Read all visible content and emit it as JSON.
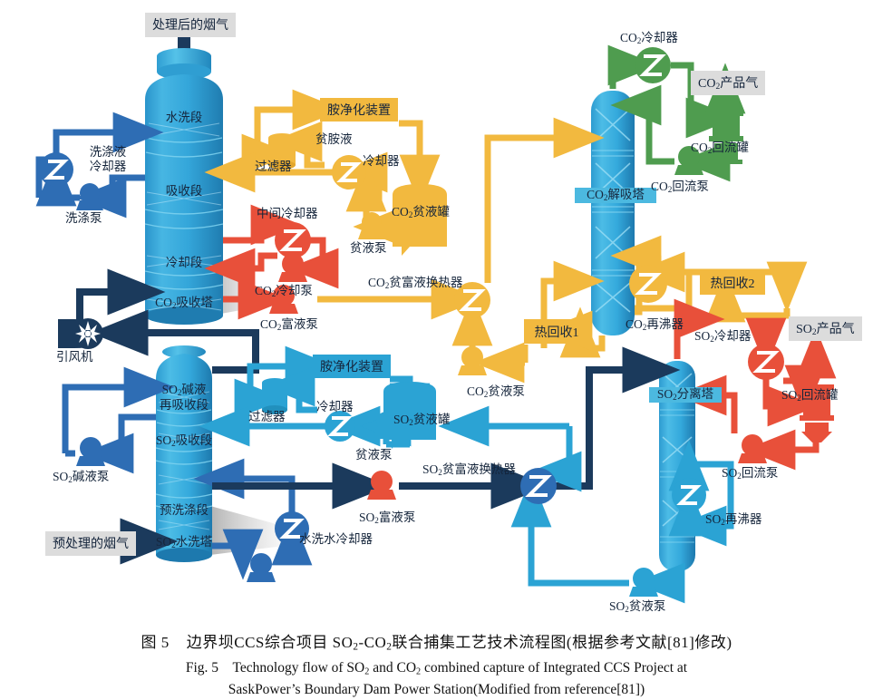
{
  "figure": {
    "caption_cn": "图 5    边界坝CCS综合项目 SO₂-CO₂联合捕集工艺技术流程图(根据参考文献[81]修改)",
    "caption_en_line1": "Fig. 5    Technology flow of SO₂ and CO₂ combined capture of Integrated CCS Project at",
    "caption_en_line2": "SaskPower’s Boundary Dam Power Station(Modified from reference[81])"
  },
  "colors": {
    "flue_gas_dark_navy": "#1b3a5c",
    "water_blue": "#2e6db4",
    "process_blue": "#1f7fc0",
    "tower_blue": "#33a7dc",
    "amine_amber": "#f2b93f",
    "co2_red": "#e8503a",
    "co2_product_green": "#4f9c4f",
    "so2_cyan": "#2ba3d4",
    "label_grey": "#dcdcdc"
  },
  "streams": {
    "treated_flue_gas": "处理后的烟气",
    "pretreated_flue_gas": "预处理的烟气",
    "co2_product_gas": "CO₂产品气",
    "so2_product_gas": "SO₂产品气"
  },
  "co2_section": {
    "absorber": {
      "name": "CO₂吸收塔",
      "sections": [
        "水洗段",
        "吸收段",
        "冷却段",
        "CO₂吸收塔"
      ]
    },
    "desorber": {
      "name": "CO₂解吸塔"
    },
    "equipment": [
      {
        "name": "洗涤液冷却器",
        "type": "heat-exchanger"
      },
      {
        "name": "洗涤泵",
        "type": "pump"
      },
      {
        "name": "引风机",
        "type": "fan"
      },
      {
        "name": "胺净化装置",
        "type": "unit-box"
      },
      {
        "name": "过滤器",
        "type": "filter"
      },
      {
        "name": "贫胺液",
        "type": "stream-label"
      },
      {
        "name": "冷却器",
        "type": "heat-exchanger"
      },
      {
        "name": "CO₂贫液罐",
        "type": "tank"
      },
      {
        "name": "贫液泵",
        "type": "pump"
      },
      {
        "name": "中间冷却器",
        "type": "heat-exchanger"
      },
      {
        "name": "CO₂冷却泵",
        "type": "pump"
      },
      {
        "name": "CO₂富液泵",
        "type": "pump"
      },
      {
        "name": "CO₂贫富液换热器",
        "type": "heat-exchanger"
      },
      {
        "name": "CO₂贫液泵",
        "type": "pump"
      },
      {
        "name": "热回收1",
        "type": "unit-box"
      },
      {
        "name": "热回收2",
        "type": "unit-box"
      },
      {
        "name": "CO₂再沸器",
        "type": "reboiler"
      },
      {
        "name": "CO₂冷却器",
        "type": "heat-exchanger"
      },
      {
        "name": "CO₂回流罐",
        "type": "drum"
      },
      {
        "name": "CO₂回流泵",
        "type": "pump"
      }
    ]
  },
  "so2_section": {
    "washer": {
      "name": "SO₂水洗塔",
      "sections": [
        "SO₂碱液再吸收段",
        "SO₂吸收段",
        "预洗涤段",
        "SO₂水洗塔"
      ]
    },
    "separator": {
      "name": "SO₂分离塔"
    },
    "equipment": [
      {
        "name": "SO₂碱液泵",
        "type": "pump"
      },
      {
        "name": "胺净化装置",
        "type": "unit-box"
      },
      {
        "name": "过滤器",
        "type": "filter"
      },
      {
        "name": "冷却器",
        "type": "heat-exchanger"
      },
      {
        "name": "SO₂贫液罐",
        "type": "tank"
      },
      {
        "name": "贫液泵",
        "type": "pump"
      },
      {
        "name": "SO₂富液泵",
        "type": "pump"
      },
      {
        "name": "SO₂贫富液换热器",
        "type": "heat-exchanger"
      },
      {
        "name": "水洗水冷却器",
        "type": "heat-exchanger"
      },
      {
        "name": "SO₂贫液泵",
        "type": "pump"
      },
      {
        "name": "SO₂再沸器",
        "type": "reboiler"
      },
      {
        "name": "SO₂冷却器",
        "type": "heat-exchanger"
      },
      {
        "name": "SO₂回流罐",
        "type": "drum"
      },
      {
        "name": "SO₂回流泵",
        "type": "pump"
      }
    ]
  },
  "labels": {
    "treated_flue_gas": "处理后的烟气",
    "pretreated_flue_gas": "预处理的烟气",
    "co2_product_gas": "CO₂产品气",
    "so2_product_gas": "SO₂产品气",
    "wash_section": "水洗段",
    "absorb_section": "吸收段",
    "cool_section": "冷却段",
    "co2_absorber": "CO₂吸收塔",
    "co2_desorber": "CO₂解吸塔",
    "wash_liquid_cooler": "洗涤液冷却器",
    "wash_pump": "洗涤泵",
    "id_fan": "引风机",
    "amine_purification_1": "胺净化装置",
    "filter_1": "过滤器",
    "lean_amine": "贫胺液",
    "cooler_1": "冷却器",
    "co2_lean_tank": "CO₂贫液罐",
    "lean_pump_1": "贫液泵",
    "intercooler": "中间冷却器",
    "co2_cool_pump": "CO₂冷却泵",
    "co2_rich_pump": "CO₂富液泵",
    "co2_lean_rich_exchanger": "CO₂贫富液换热器",
    "co2_lean_pump": "CO₂贫液泵",
    "heat_recovery_1": "热回收1",
    "heat_recovery_2": "热回收2",
    "co2_reboiler": "CO₂再沸器",
    "co2_cooler": "CO₂冷却器",
    "co2_reflux_drum": "CO₂回流罐",
    "co2_reflux_pump": "CO₂回流泵",
    "so2_alkali_reabsorb": "SO₂碱液\n再吸收段",
    "so2_alkali_reabsorb_l1": "SO₂碱液",
    "so2_alkali_reabsorb_l2": "再吸收段",
    "so2_absorb_section": "SO₂吸收段",
    "prewash_section": "预洗涤段",
    "so2_washer": "SO₂水洗塔",
    "so2_alkali_pump": "SO₂碱液泵",
    "amine_purification_2": "胺净化装置",
    "filter_2": "过滤器",
    "cooler_2": "冷却器",
    "so2_lean_tank": "SO₂贫液罐",
    "lean_pump_2": "贫液泵",
    "so2_rich_pump": "SO₂富液泵",
    "so2_lean_rich_exchanger": "SO₂贫富液换热器",
    "wash_water_cooler": "水洗水冷却器",
    "so2_separator": "SO₂分离塔",
    "so2_lean_pump": "SO₂贫液泵",
    "so2_reboiler": "SO₂再沸器",
    "so2_cooler": "SO₂冷却器",
    "so2_reflux_drum": "SO₂回流罐",
    "so2_reflux_pump": "SO₂回流泵"
  }
}
